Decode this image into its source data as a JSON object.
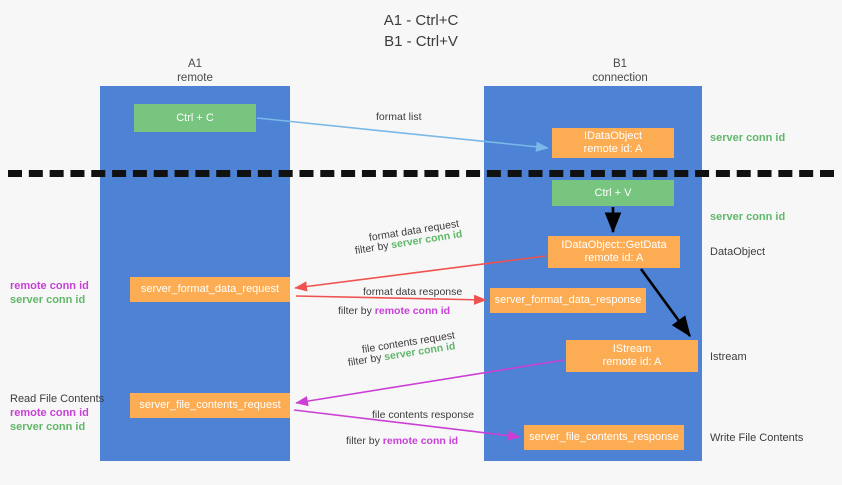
{
  "title": {
    "line1": "A1 - Ctrl+C",
    "line2": "B1 - Ctrl+V"
  },
  "columns": {
    "left": {
      "name": "A1",
      "role": "remote"
    },
    "right": {
      "name": "B1",
      "role": "connection"
    }
  },
  "nodes": {
    "ctrl_c": {
      "label": "Ctrl + C",
      "color": "#77c57f"
    },
    "idataobject": {
      "label": "IDataObject\nremote id: A",
      "color": "#fcad54"
    },
    "ctrl_v": {
      "label": "Ctrl + V",
      "color": "#77c57f"
    },
    "getdata": {
      "label": "IDataObject::GetData\nremote id: A",
      "color": "#fcad54"
    },
    "server_format_data_request": {
      "label": "server_format_data_request",
      "color": "#fcad54"
    },
    "server_format_data_response": {
      "label": "server_format_data_response",
      "color": "#fcad54"
    },
    "istream": {
      "label": "IStream\nremote id: A",
      "color": "#fcad54"
    },
    "server_file_contents_request": {
      "label": "server_file_contents_request",
      "color": "#fcad54"
    },
    "server_file_contents_response": {
      "label": "server_file_contents_response",
      "color": "#fcad54"
    }
  },
  "edges": {
    "format_list": "format list",
    "format_data_request": "format data request",
    "format_data_request_filter_prefix": "filter by ",
    "format_data_request_filter_value": "server conn id",
    "format_data_response": "format data response",
    "format_data_response_filter_prefix": "filter by ",
    "format_data_response_filter_value": "remote conn id",
    "file_contents_request": "file contents request",
    "file_contents_request_filter_prefix": "filter by ",
    "file_contents_request_filter_value": "server conn id",
    "file_contents_response": "file contents response",
    "file_contents_response_filter_prefix": "filter by ",
    "file_contents_response_filter_value": "remote conn id"
  },
  "annotations": {
    "right": {
      "server_conn_id_top": "server conn id",
      "server_conn_id_mid": "server conn id",
      "dataobject": "DataObject",
      "istream": "Istream",
      "write_file_contents": "Write File Contents"
    },
    "left": {
      "remote_conn_id_1": "remote conn id",
      "server_conn_id_1": "server conn id",
      "read_file_contents": "Read File Contents",
      "remote_conn_id_2": "remote conn id",
      "server_conn_id_2": "server conn id"
    }
  },
  "colors": {
    "lane": "#4d82d4",
    "green_node": "#77c57f",
    "orange_node": "#fcad54",
    "green_text": "#5fb76a",
    "purple_text": "#c840d8",
    "arrow_blue": "#7ab8e8",
    "arrow_red": "#ef5350",
    "arrow_magenta": "#cc3fd6",
    "arrow_black": "#000000",
    "background": "#f7f7f7"
  }
}
